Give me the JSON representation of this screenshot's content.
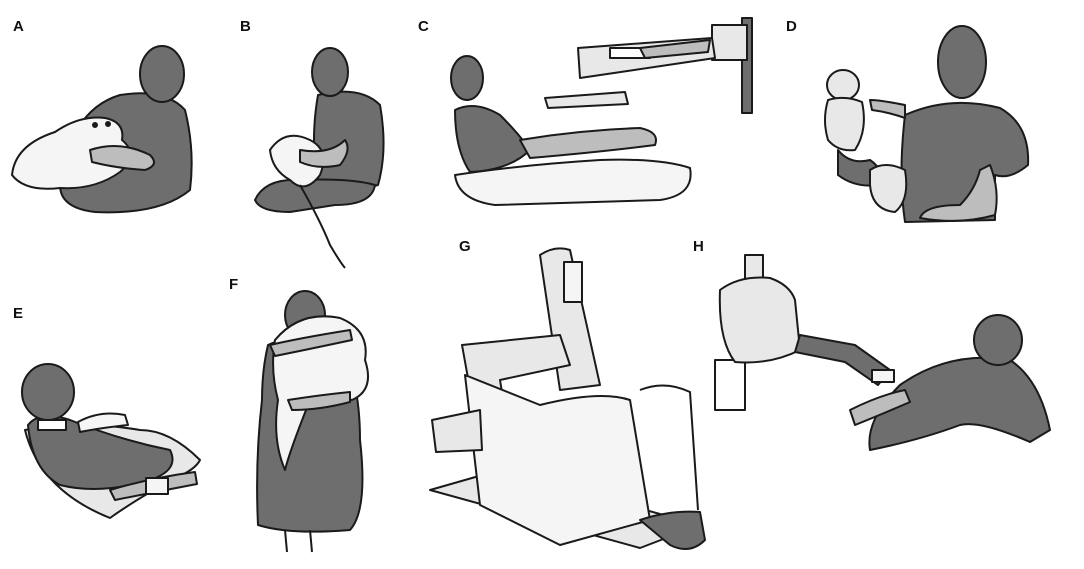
{
  "figure": {
    "panels": [
      {
        "id": "A",
        "label": "A"
      },
      {
        "id": "B",
        "label": "B"
      },
      {
        "id": "C",
        "label": "C"
      },
      {
        "id": "D",
        "label": "D"
      },
      {
        "id": "E",
        "label": "E"
      },
      {
        "id": "F",
        "label": "F"
      },
      {
        "id": "G",
        "label": "G"
      },
      {
        "id": "H",
        "label": "H"
      }
    ]
  },
  "colors": {
    "figure_fill": "#6e6e6e",
    "skin_fill": "#bdbdbd",
    "object_fill": "#e8e8e8",
    "outline": "#1a1a1a",
    "background": "#ffffff"
  }
}
